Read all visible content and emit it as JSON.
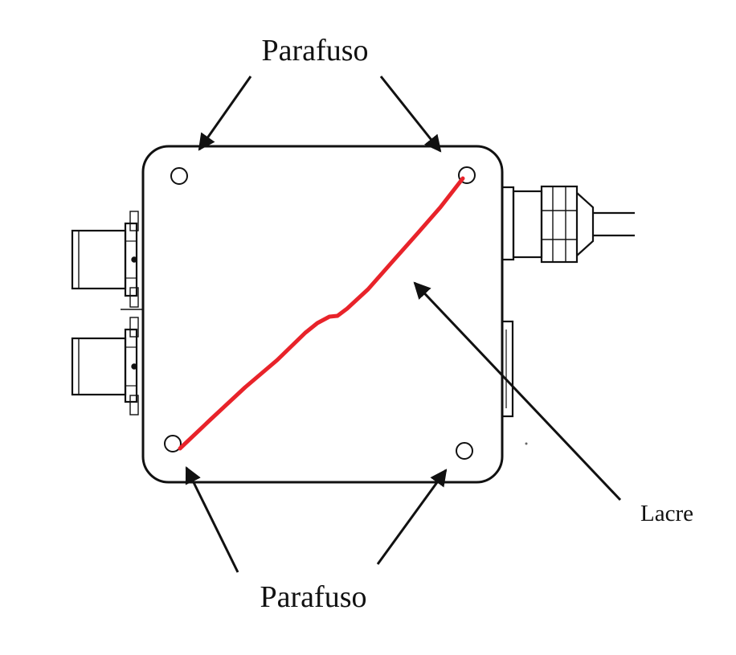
{
  "labels": {
    "top_screw": "Parafuso",
    "bottom_screw": "Parafuso",
    "seal": "Lacre"
  },
  "colors": {
    "seal_line": "#e8232a",
    "outline": "#111111",
    "background": "#ffffff"
  }
}
